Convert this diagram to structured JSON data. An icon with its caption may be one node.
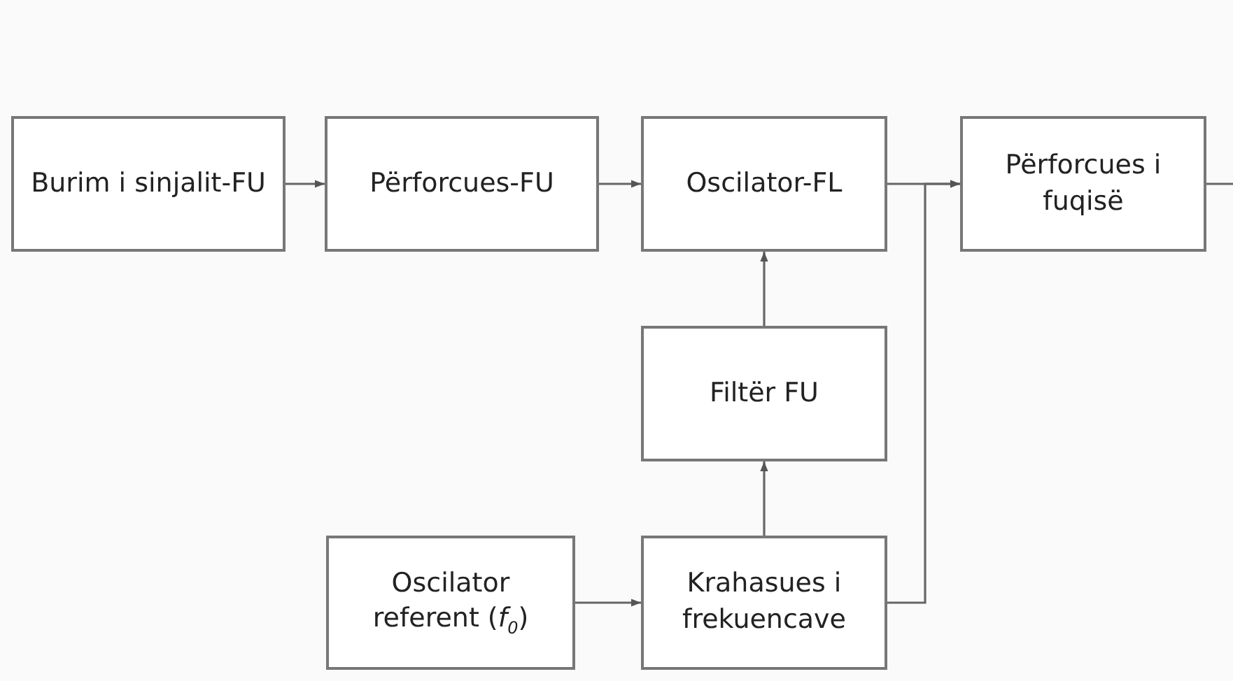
{
  "diagram": {
    "nodes": [
      {
        "text": [
          "Burim i sinjalit-FU"
        ]
      },
      {
        "text": [
          "Përforcues-FU"
        ]
      },
      {
        "text": [
          "Oscilator-FL"
        ]
      },
      {
        "text": [
          "Përforcues i fuqisë"
        ]
      },
      {
        "text": [
          "Filtër FU"
        ]
      },
      {
        "text": [
          "Oscilator referent (*f*$_{0}$)"
        ]
      },
      {
        "text": [
          "Krahasues i frekuencave"
        ]
      }
    ],
    "edges": [
      {
        "from": 0,
        "to": 1,
        "arrow": "to"
      },
      {
        "from": 1,
        "to": 2,
        "arrow": "to"
      },
      {
        "from": 2,
        "to": 3,
        "arrow": "to"
      },
      {
        "from": 4,
        "to": 2,
        "arrow": "to"
      },
      {
        "from": 6,
        "to": 4,
        "arrow": "to"
      },
      {
        "from": 5,
        "to": 6,
        "arrow": "to"
      },
      {
        "from": 6,
        "to": 3,
        "arrow": "to"
      },
      {
        "from": 3,
        "to": null,
        "arrow": "none"
      }
    ]
  }
}
